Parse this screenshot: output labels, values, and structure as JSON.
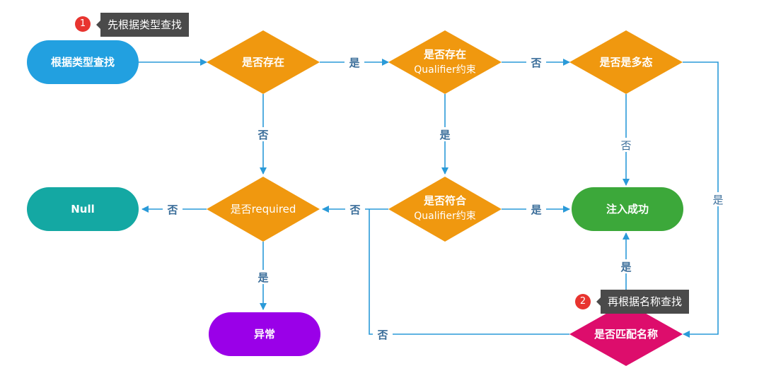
{
  "colors": {
    "start": "#22a0e0",
    "decision": "#f0980f",
    "null_node": "#14a8a3",
    "success": "#3ca83a",
    "exception": "#9a00e8",
    "name_match": "#dd0d6c",
    "edge": "#2a9ad8",
    "edge_label": "#3b6e9a",
    "callout_badge": "#e8342f",
    "callout_box": "#4a4a4a"
  },
  "nodes": {
    "start": "根据类型查找",
    "exists": "是否存在",
    "qualifier_exists_1": "是否存在",
    "qualifier_exists_2": "Qualifier约束",
    "polymorphic": "是否是多态",
    "required": "是否required",
    "qualifier_match_1": "是否符合",
    "qualifier_match_2": "Qualifier约束",
    "null_result": "Null",
    "inject_success": "注入成功",
    "exception": "异常",
    "name_match": "是否匹配名称"
  },
  "edges": {
    "exists_yes": "是",
    "exists_no": "否",
    "qualifier_exists_no": "否",
    "qualifier_exists_yes": "是",
    "polymorphic_no": "否",
    "polymorphic_yes": "是",
    "required_no": "否",
    "required_yes": "是",
    "qualifier_match_no": "否",
    "qualifier_match_yes": "是",
    "name_match_yes": "是",
    "name_match_no": "否"
  },
  "callouts": [
    {
      "number": "1",
      "text": "先根据类型查找"
    },
    {
      "number": "2",
      "text": "再根据名称查找"
    }
  ]
}
